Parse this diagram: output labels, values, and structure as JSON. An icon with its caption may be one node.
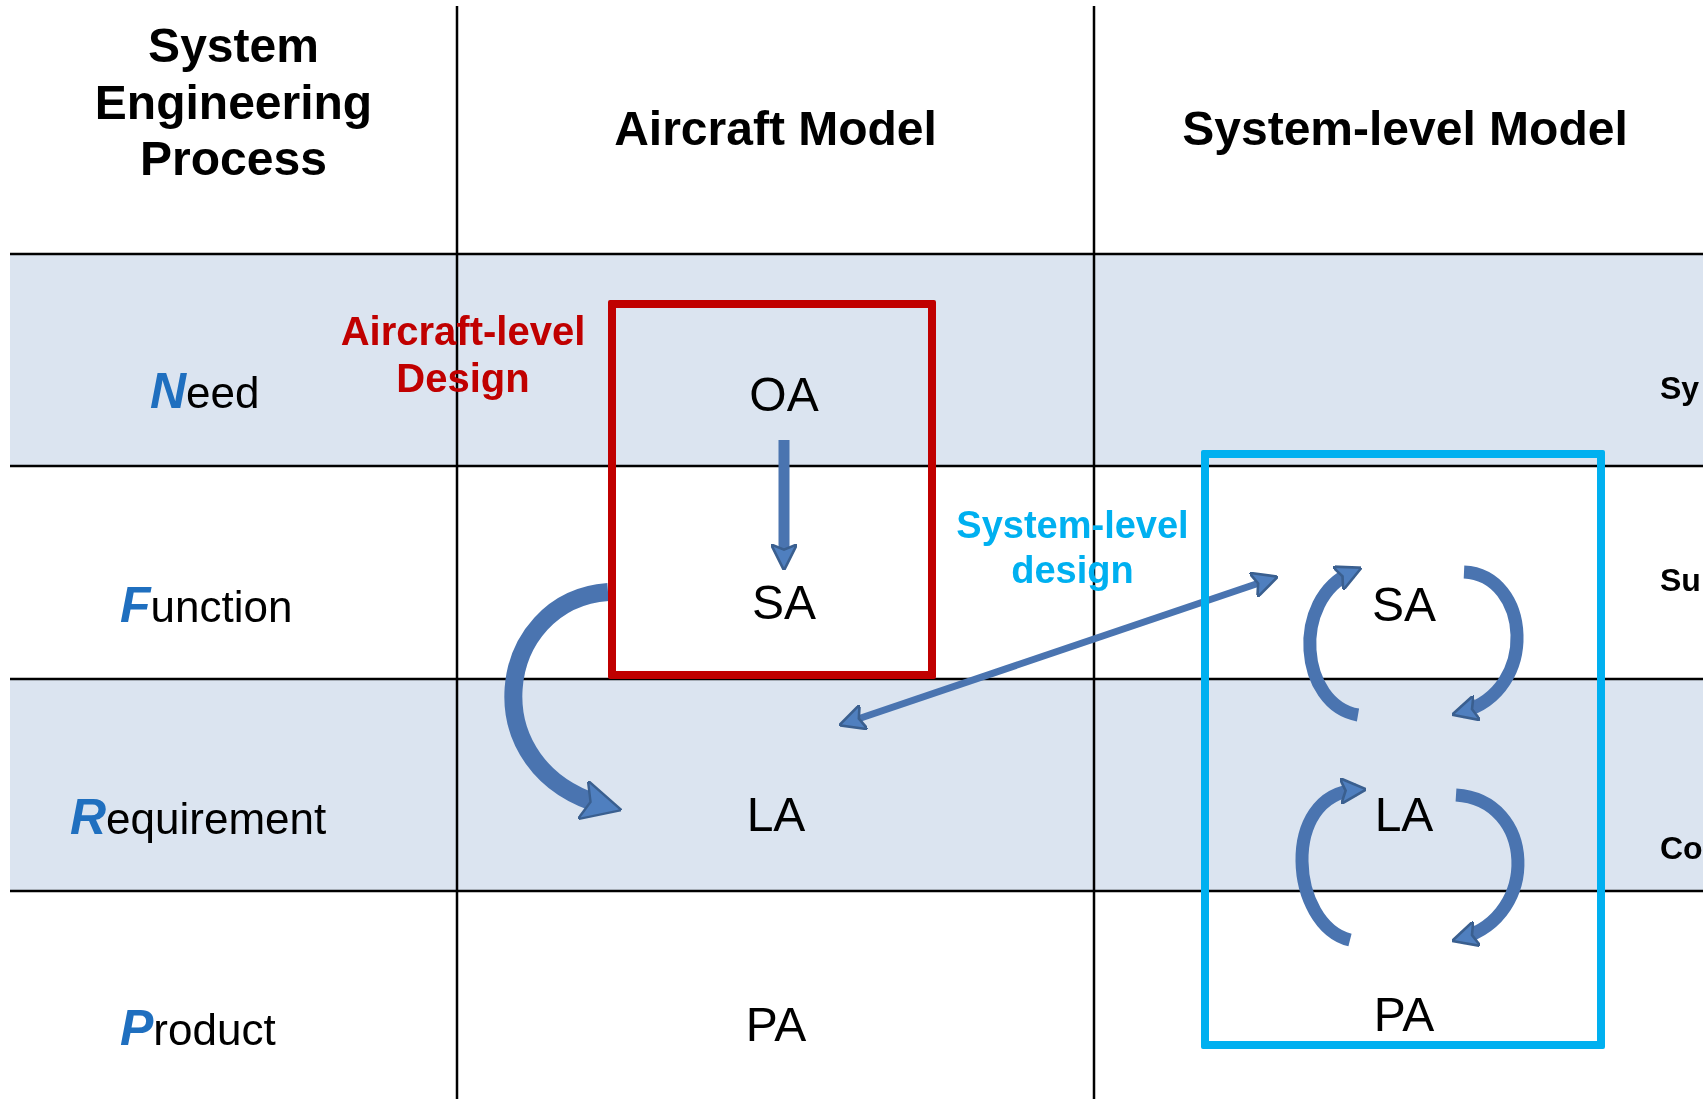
{
  "diagram": {
    "nodes": [
      {
        "text": [],
        "shape": "box"
      },
      {
        "text": [
          "OA"
        ],
        "in": 0
      },
      {
        "text": [
          "SA"
        ],
        "in": 0
      },
      {
        "text": [
          "LA"
        ]
      },
      {
        "text": [
          "PA"
        ]
      },
      {
        "text": [],
        "shape": "box"
      },
      {
        "text": [
          "SA"
        ],
        "in": 5
      },
      {
        "text": [
          "LA"
        ],
        "in": 5
      },
      {
        "text": [
          "PA"
        ],
        "in": 5
      }
    ],
    "edges": [
      {
        "from": 1,
        "to": 2,
        "arrow": "to"
      },
      {
        "from": 0,
        "to": 3,
        "arrow": "to"
      },
      {
        "from": 3,
        "to": 6,
        "arrow": "both"
      },
      {
        "from": 7,
        "to": 6,
        "arrow": "to"
      },
      {
        "from": 6,
        "to": 7,
        "arrow": "to"
      },
      {
        "from": 8,
        "to": 7,
        "arrow": "to"
      },
      {
        "from": 7,
        "to": 8,
        "arrow": "to"
      }
    ],
    "labels": [
      "System Engineering Process",
      "Aircraft Model",
      "System-level Model",
      "Need",
      "Aircraft-level Design",
      "Sy",
      "Function",
      "System-level design",
      "Su",
      "Requirement",
      "Co",
      "Product"
    ]
  }
}
